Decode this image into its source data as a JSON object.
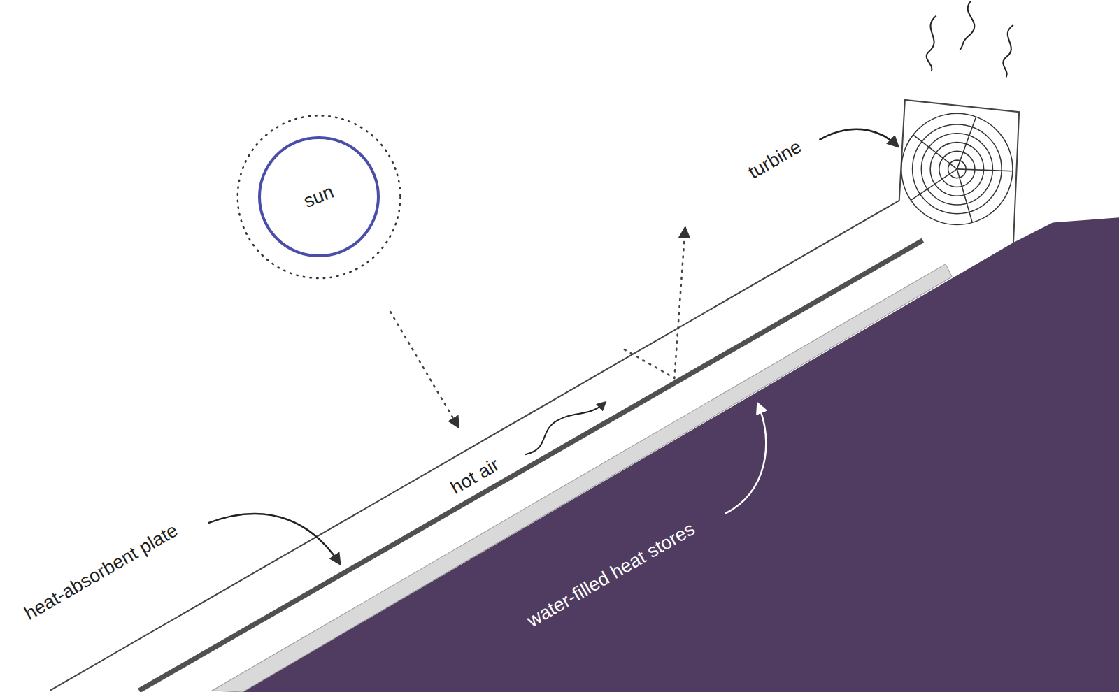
{
  "diagram": {
    "nodes": [
      {
        "text": [
          "sun"
        ]
      }
    ],
    "labels": [
      "hot air",
      "heat-absorbent plate",
      "turbine",
      "water-filled heat stores"
    ]
  }
}
